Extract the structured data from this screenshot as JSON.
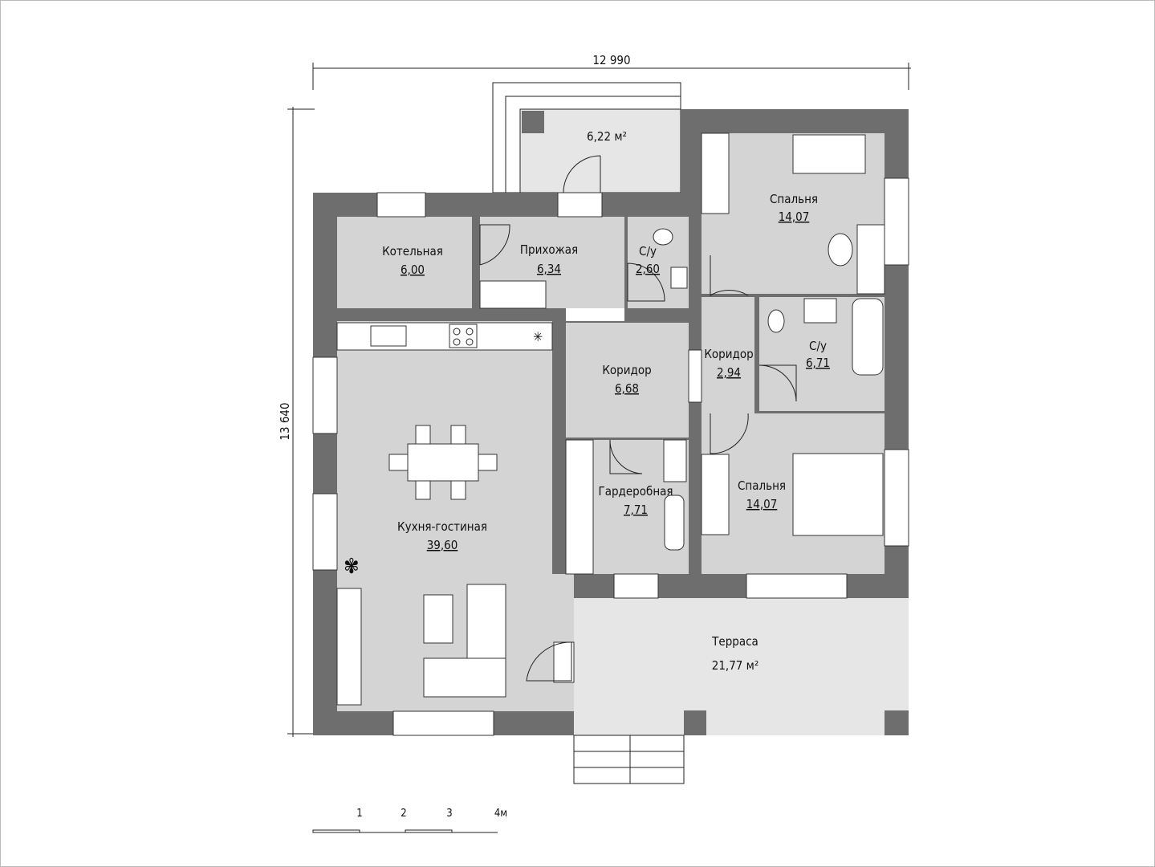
{
  "dimensions": {
    "width": "12 990",
    "height": "13 640"
  },
  "rooms": {
    "vestibule": {
      "area": "6,22 м²"
    },
    "boiler": {
      "name": "Котельная",
      "area": "6,00"
    },
    "hall": {
      "name": "Прихожая",
      "area": "6,34"
    },
    "wc1": {
      "name": "С/у",
      "area": "2,60"
    },
    "bedroom1": {
      "name": "Спальня",
      "area": "14,07"
    },
    "corridor1": {
      "name": "Коридор",
      "area": "6,68"
    },
    "corridor2": {
      "name": "Коридор",
      "area": "2,94"
    },
    "wc2": {
      "name": "С/у",
      "area": "6,71"
    },
    "kitchen": {
      "name": "Кухня-гостиная",
      "area": "39,60"
    },
    "wardrobe": {
      "name": "Гардеробная",
      "area": "7,71"
    },
    "bedroom2": {
      "name": "Спальня",
      "area": "14,07"
    },
    "terrace": {
      "name": "Терраса",
      "area": "21,77 м²"
    }
  },
  "scale": {
    "ticks": [
      "1",
      "2",
      "3",
      "4м"
    ]
  }
}
